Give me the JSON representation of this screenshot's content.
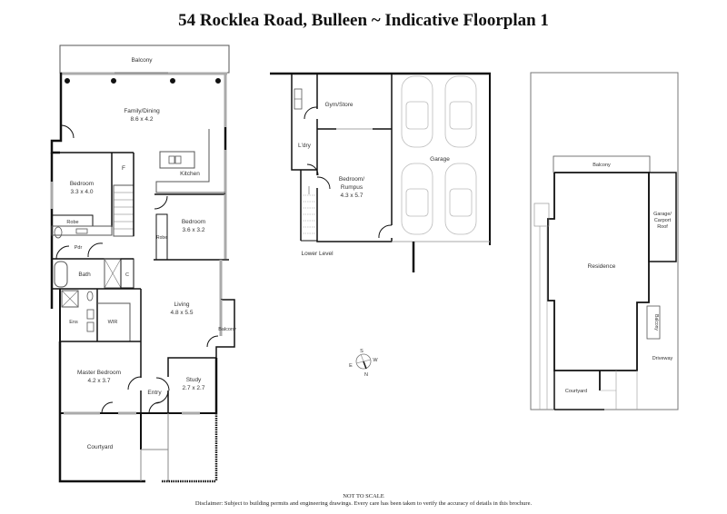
{
  "title": "54 Rocklea Road, Bulleen ~ Indicative Floorplan 1",
  "main_level": {
    "rooms": [
      {
        "name": "Balcony",
        "size": ""
      },
      {
        "name": "Family/Dining",
        "size": "8.6 x 4.2"
      },
      {
        "name": "Kitchen",
        "size": ""
      },
      {
        "name": "F",
        "size": ""
      },
      {
        "name": "Bedroom",
        "size": "3.3 x 4.0"
      },
      {
        "name": "Bedroom",
        "size": "3.6 x 3.2"
      },
      {
        "name": "Robe",
        "size": ""
      },
      {
        "name": "Robe",
        "size": ""
      },
      {
        "name": "Pdr",
        "size": ""
      },
      {
        "name": "Bath",
        "size": ""
      },
      {
        "name": "C",
        "size": ""
      },
      {
        "name": "Ens",
        "size": ""
      },
      {
        "name": "WIR",
        "size": ""
      },
      {
        "name": "Living",
        "size": "4.8 x 5.5"
      },
      {
        "name": "Balcony",
        "size": ""
      },
      {
        "name": "Master Bedroom",
        "size": "4.2 x 3.7"
      },
      {
        "name": "Entry",
        "size": ""
      },
      {
        "name": "Study",
        "size": "2.7 x 2.7"
      },
      {
        "name": "Courtyard",
        "size": ""
      }
    ]
  },
  "lower_level": {
    "label": "Lower Level",
    "rooms": [
      {
        "name": "Gym/Store",
        "size": ""
      },
      {
        "name": "L'dry",
        "size": ""
      },
      {
        "name": "Bedroom/",
        "size": "Rumpus"
      },
      {
        "name": "4.3 x 5.7",
        "size": ""
      },
      {
        "name": "Garage",
        "size": ""
      }
    ]
  },
  "site_plan": {
    "labels": [
      "Balcony",
      "Garage/",
      "Carport",
      "Roof",
      "Residence",
      "Balcony",
      "Driveway",
      "Courtyard"
    ]
  },
  "compass": {
    "n": "N",
    "s": "S",
    "e": "E",
    "w": "W"
  },
  "footer": {
    "scale_note": "NOT TO SCALE",
    "disclaimer": "Disclaimer: Subject to building permits and engineering drawings. Every care has been taken to verify the accuracy of details in this brochure."
  }
}
